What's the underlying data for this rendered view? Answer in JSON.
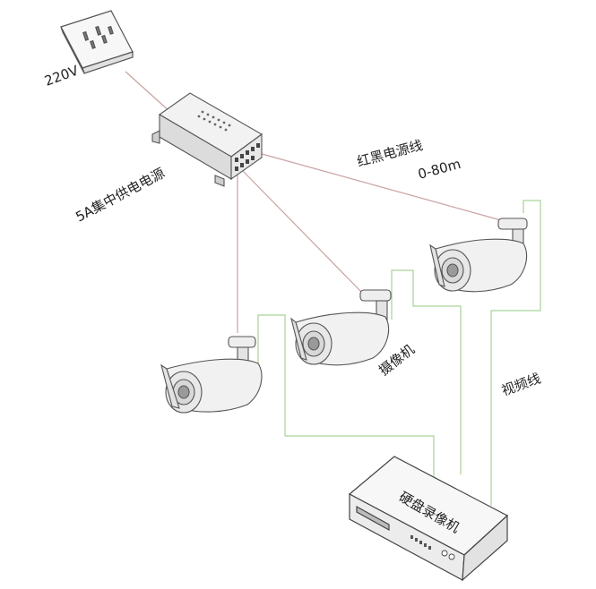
{
  "labels": {
    "voltage": "220V",
    "power_supply": "5A集中供电电源",
    "power_cable": "红黑电源线",
    "distance": "0-80m",
    "camera": "摄像机",
    "video_cable": "视频线",
    "dvr": "硬盘录像机"
  },
  "colors": {
    "power_line": "#c9a2a2",
    "video_line": "#a8d39a",
    "outline": "#555555"
  },
  "icons": [
    "power-outlet-icon",
    "power-supply-icon",
    "camera-icon",
    "dvr-icon"
  ]
}
